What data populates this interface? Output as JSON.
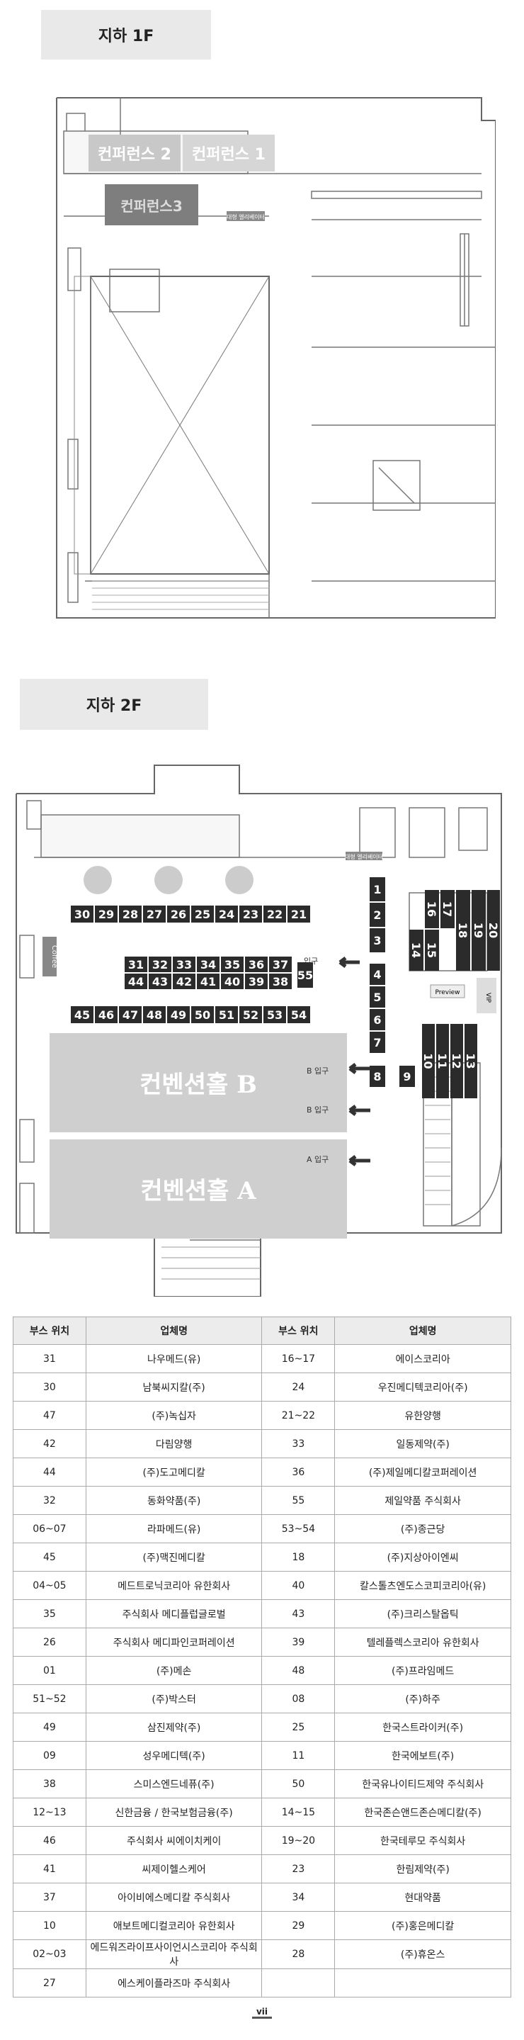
{
  "b1": {
    "label": "지하 1F",
    "rooms": {
      "conf1": "컨퍼런스 1",
      "conf2": "컨퍼런스 2",
      "conf3": "컨퍼런스3",
      "elevator": "대형 엘리베이터"
    }
  },
  "b2": {
    "label": "지하 2F",
    "hall_a": "컨벤션홀 A",
    "hall_b": "컨벤션홀 B",
    "entrance": "입구",
    "b_entrance": "B 입구",
    "a_entrance": "A 입구",
    "coffee": "Coffee",
    "preview": "Preview",
    "vip": "VIP",
    "elevator": "대형 엘리베이터",
    "booths": {
      "r1": [
        "30",
        "29",
        "28",
        "27",
        "26",
        "25",
        "24",
        "23",
        "22",
        "21"
      ],
      "r2": [
        "31",
        "32",
        "33",
        "34",
        "35",
        "36",
        "37"
      ],
      "r3": [
        "44",
        "43",
        "42",
        "41",
        "40",
        "39",
        "38"
      ],
      "r4": [
        "45",
        "46",
        "47",
        "48",
        "49",
        "50",
        "51",
        "52",
        "53",
        "54"
      ],
      "b55": "55",
      "c1": [
        "1",
        "2",
        "3"
      ],
      "c2": [
        "4",
        "5",
        "6",
        "7"
      ],
      "c3": [
        "8",
        "9"
      ],
      "v1": [
        "10",
        "11",
        "12",
        "13"
      ],
      "v2": [
        "14",
        "15",
        "16",
        "17",
        "18",
        "19",
        "20"
      ]
    }
  },
  "table": {
    "headers": [
      "부스 위치",
      "업체명",
      "부스 위치",
      "업체명"
    ],
    "rows": [
      [
        "31",
        "나우메드(유)",
        "16~17",
        "에이스코리아"
      ],
      [
        "30",
        "남북씨지칼(주)",
        "24",
        "우진메디텍코리아(주)"
      ],
      [
        "47",
        "(주)녹십자",
        "21~22",
        "유한양행"
      ],
      [
        "42",
        "다림양행",
        "33",
        "일동제약(주)"
      ],
      [
        "44",
        "(주)도고메디칼",
        "36",
        "(주)제일메디칼코퍼레이션"
      ],
      [
        "32",
        "동화약품(주)",
        "55",
        "제일약품 주식회사"
      ],
      [
        "06~07",
        "라파메드(유)",
        "53~54",
        "(주)종근당"
      ],
      [
        "45",
        "(주)맥진메디칼",
        "18",
        "(주)지상아이엔씨"
      ],
      [
        "04~05",
        "메드트로닉코리아 유한회사",
        "40",
        "칼스톨츠엔도스코피코리아(유)"
      ],
      [
        "35",
        "주식회사 메디플럽글로벌",
        "43",
        "(주)크리스탈옵틱"
      ],
      [
        "26",
        "주식회사 메디파인코퍼레이션",
        "39",
        "텔레플렉스코리아 유한회사"
      ],
      [
        "01",
        "(주)메손",
        "48",
        "(주)프라임메드"
      ],
      [
        "51~52",
        "(주)박스터",
        "08",
        "(주)하주"
      ],
      [
        "49",
        "삼진제약(주)",
        "25",
        "한국스트라이커(주)"
      ],
      [
        "09",
        "성우메디텍(주)",
        "11",
        "한국에보트(주)"
      ],
      [
        "38",
        "스미스엔드네퓨(주)",
        "50",
        "한국유나이티드제약 주식회사"
      ],
      [
        "12~13",
        "신한금융 / 한국보험금융(주)",
        "14~15",
        "한국존슨앤드존슨메디칼(주)"
      ],
      [
        "46",
        "주식회사 씨에이치케이",
        "19~20",
        "한국테루모 주식회사"
      ],
      [
        "41",
        "씨제이헬스케어",
        "23",
        "한림제약(주)"
      ],
      [
        "37",
        "아이비에스메디칼 주식회사",
        "34",
        "현대약품"
      ],
      [
        "10",
        "애보트메디컬코리아 유한회사",
        "29",
        "(주)홍은메디칼"
      ],
      [
        "02~03",
        "에드워즈라이프사이언시스코리아 주식회사",
        "28",
        "(주)휴온스"
      ],
      [
        "27",
        "에스케이플라즈마 주식회사",
        "",
        ""
      ]
    ]
  },
  "page_number": "vii"
}
